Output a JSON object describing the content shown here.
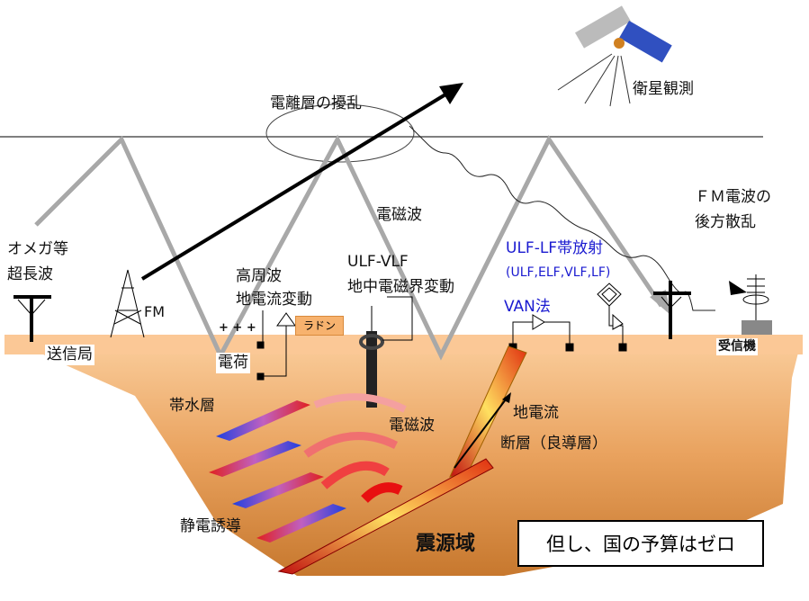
{
  "labels": {
    "ionosphere": "電離層の擾乱",
    "satellite": "衛星観測",
    "em_wave_air": "電磁波",
    "fm_scatter_1": "ＦＭ電波の",
    "fm_scatter_2": "後方散乱",
    "omega_1": "オメガ等",
    "omega_2": "超長波",
    "fm": "FM",
    "hf_1": "高周波",
    "hf_2": "地電流変動",
    "ulf_vlf_1": "ULF-VLF",
    "ulf_vlf_2": "地中電磁界変動",
    "ulf_lf_1": "ULF-LF帯放射",
    "ulf_lf_2": "(ULF,ELF,VLF,LF)",
    "van": "VAN法",
    "radon": "ラドン",
    "plus": "+ + +",
    "transmitter": "送信局",
    "charge": "電荷",
    "receiver": "受信機",
    "aquifer": "帯水層",
    "earth_current": "地電流",
    "fault": "断層（良導層）",
    "em_wave_ground": "電磁波",
    "induction": "静電誘導",
    "hypocenter": "震源域",
    "note": "但し、国の予算はゼロ"
  },
  "colors": {
    "ground": "#f9c08a",
    "blue_text": "#1a1ad0",
    "wave": "#a8a8a8"
  }
}
